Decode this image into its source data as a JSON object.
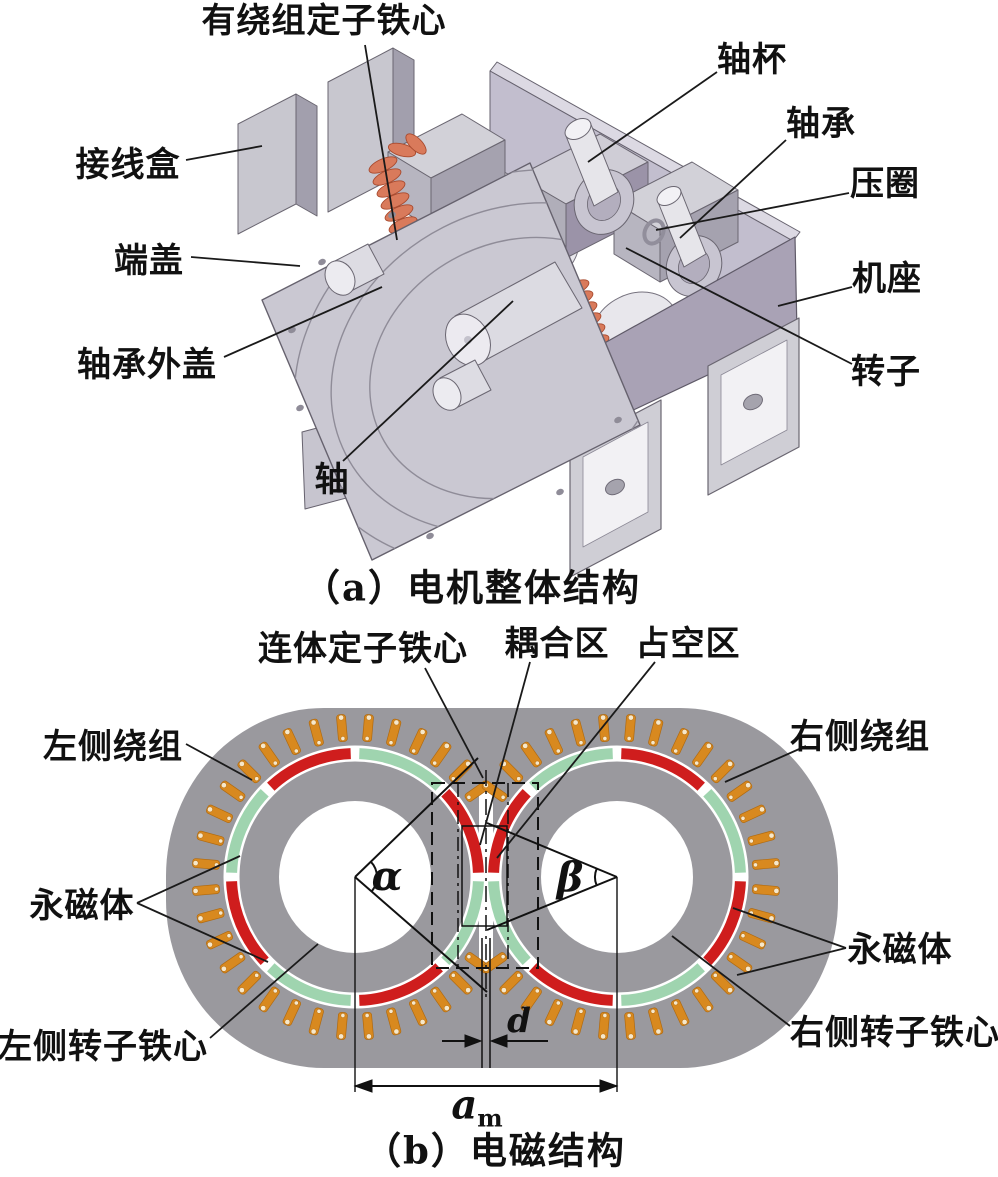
{
  "figure": {
    "part_a": {
      "caption": "（a）电机整体结构",
      "labels": {
        "wound_stator_core": "有绕组定子铁心",
        "shaft_cup": "轴杯",
        "bearing": "轴承",
        "pressure_ring": "压圈",
        "frame": "机座",
        "rotor": "转子",
        "junction_box": "接线盒",
        "end_cover": "端盖",
        "bearing_outer_cover": "轴承外盖",
        "shaft": "轴"
      }
    },
    "part_b": {
      "caption": "（b）电磁结构",
      "labels": {
        "joint_stator_core": "连体定子铁心",
        "coupling_zone": "耦合区",
        "duty_zone": "占空区",
        "left_winding": "左侧绕组",
        "right_winding": "右侧绕组",
        "left_permanent_magnet": "永磁体",
        "right_permanent_magnet": "永磁体",
        "left_rotor_core": "左侧转子铁心",
        "right_rotor_core": "右侧转子铁心",
        "angle_alpha": "α",
        "angle_beta": "β",
        "gap_d": "d",
        "am_base": "a",
        "am_sub": "m"
      },
      "colors": {
        "stator_grey": "#9a999e",
        "magnet_red": "#cf1d1d",
        "magnet_green": "#9fd4af",
        "winding_orange": "#d8891f",
        "winding_edge": "#b06a10",
        "winding_tip": "#f6e8cb",
        "line_black": "#1a1a1a"
      }
    },
    "colors_3d": {
      "frame_purple": "#a9a2b5",
      "plate_grey": "#cac8d2",
      "coil_salmon": "#d97a5b"
    }
  }
}
